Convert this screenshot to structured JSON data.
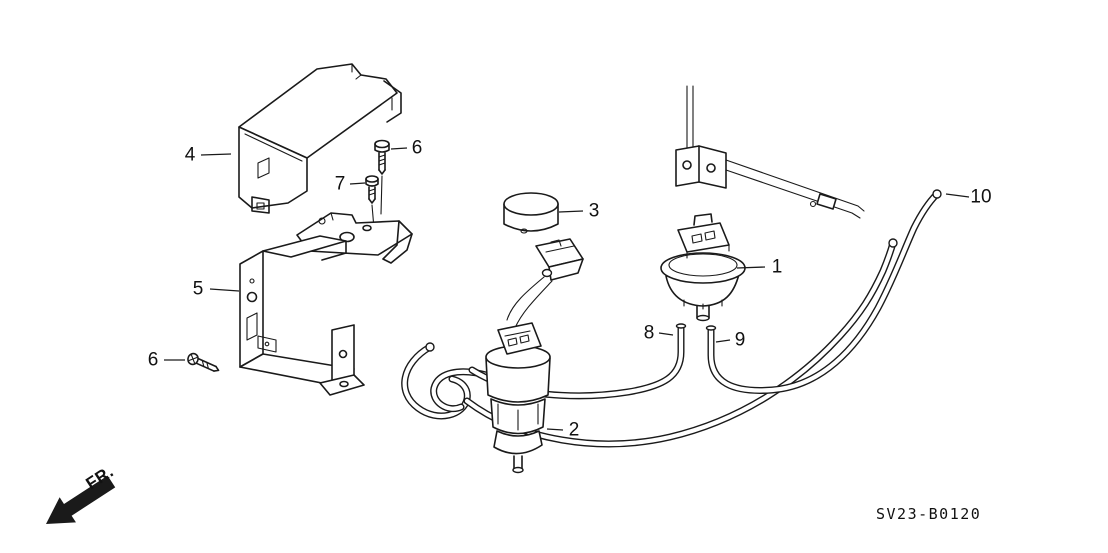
{
  "callouts": [
    {
      "id": "callout-4",
      "text": "4"
    },
    {
      "id": "callout-6-top",
      "text": "6"
    },
    {
      "id": "callout-7",
      "text": "7"
    },
    {
      "id": "callout-3",
      "text": "3"
    },
    {
      "id": "callout-10",
      "text": "10"
    },
    {
      "id": "callout-1",
      "text": "1"
    },
    {
      "id": "callout-5",
      "text": "5"
    },
    {
      "id": "callout-8",
      "text": "8"
    },
    {
      "id": "callout-9",
      "text": "9"
    },
    {
      "id": "callout-6-bottom",
      "text": "6"
    },
    {
      "id": "callout-2",
      "text": "2"
    }
  ],
  "orientation": {
    "label": "FR.",
    "icon": "front-direction-arrow"
  },
  "footer": {
    "diagram_code": "SV23-B0120"
  },
  "colors": {
    "background": "#ffffff",
    "line": "#1a1a1a"
  }
}
